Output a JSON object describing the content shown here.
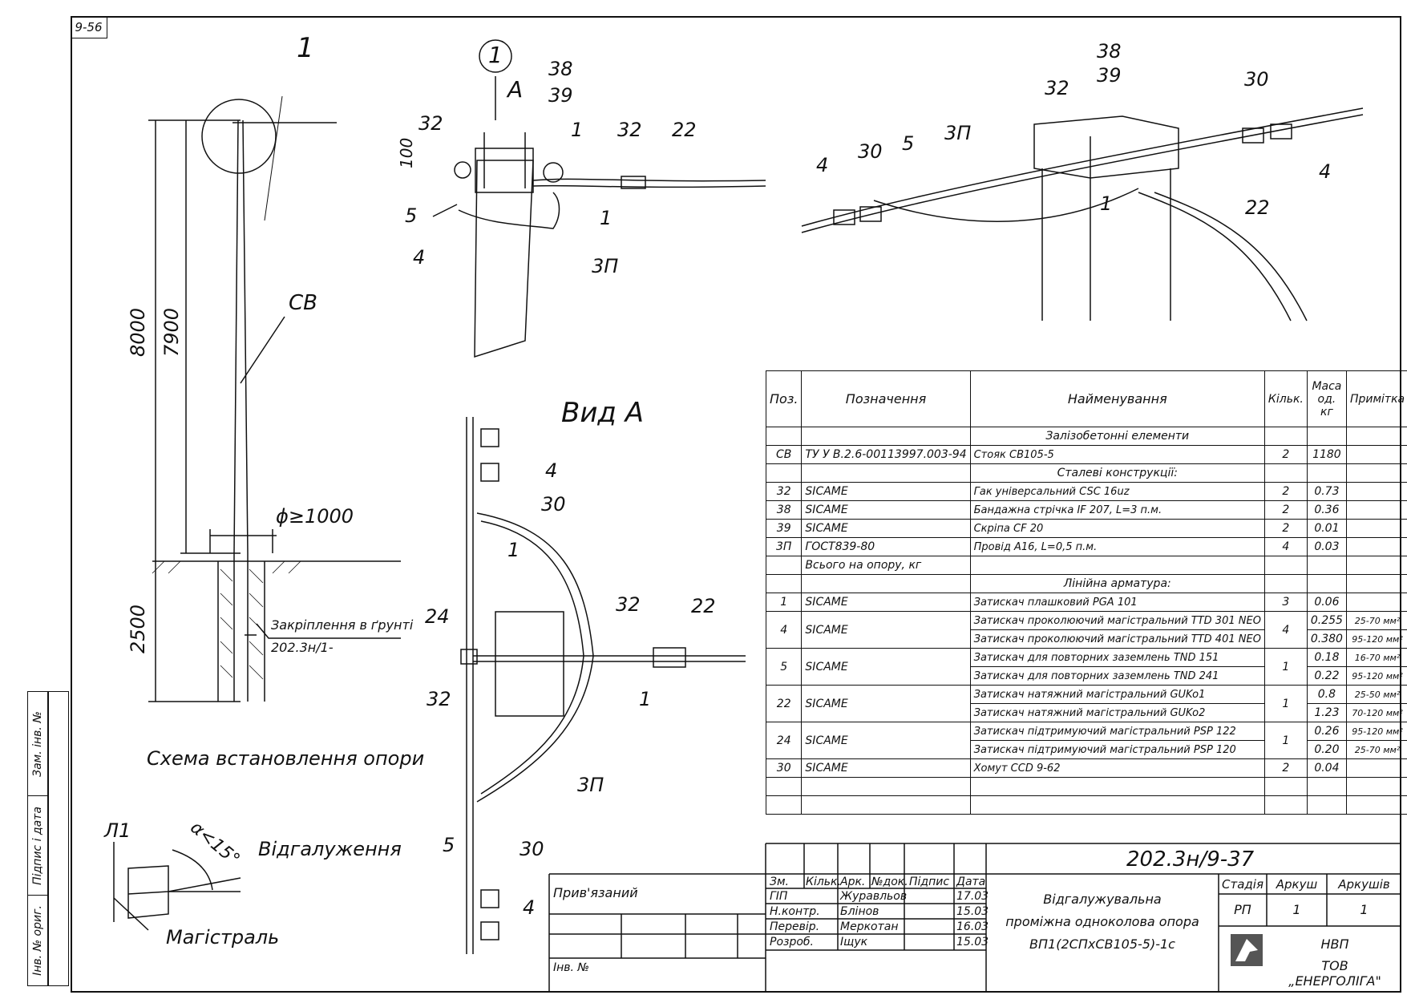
{
  "sheet": {
    "code": "9-56"
  },
  "sidebar": [
    "Інв. № ориг.",
    "Підпис і дата",
    "Зам. інв. №"
  ],
  "install": {
    "callout": "1",
    "pole_label": "СВ",
    "dim_total": "8000",
    "dim_above": "7900",
    "dim_ground": "2500",
    "diameter": "ϕ≥1000",
    "ground_note1": "Закріплення в ґрунті",
    "ground_note2": "202.3н/1-",
    "caption": "Схема встановлення опори"
  },
  "angle": {
    "line": "Л1",
    "alpha": "α<15°",
    "branch": "Відгалуження",
    "main": "Магістраль"
  },
  "detail": {
    "callout": "1",
    "arrow": "А",
    "dim": "100",
    "labels": [
      "32",
      "38",
      "39",
      "1",
      "32",
      "22",
      "5",
      "4",
      "1",
      "3П"
    ]
  },
  "view_a": {
    "title": "Вид А",
    "labels": [
      "4",
      "30",
      "1",
      "32",
      "22",
      "24",
      "32",
      "1",
      "3П",
      "5",
      "30",
      "4"
    ]
  },
  "iso": {
    "labels": [
      "38",
      "39",
      "32",
      "30",
      "3П",
      "5",
      "30",
      "4",
      "1",
      "22",
      "4"
    ]
  },
  "spec": {
    "headers": [
      "Поз.",
      "Позначення",
      "Найменування",
      "Кільк.",
      "Маса од. кг",
      "Примітка"
    ],
    "rows": [
      {
        "section": "Залізобетонні елементи"
      },
      {
        "pos": "СВ",
        "code": "ТУ У В.2.6-00113997.003-94",
        "name": "Стояк СВ105-5",
        "qty": "2",
        "mass": "1180",
        "note": ""
      },
      {
        "section": "Сталеві конструкції:"
      },
      {
        "pos": "32",
        "code": "SICAME",
        "name": "Гак універсальний CSC 16uz",
        "qty": "2",
        "mass": "0.73",
        "note": ""
      },
      {
        "pos": "38",
        "code": "SICAME",
        "name": "Бандажна стрічка IF 207, L=3 п.м.",
        "qty": "2",
        "mass": "0.36",
        "note": ""
      },
      {
        "pos": "39",
        "code": "SICAME",
        "name": "Скріпа CF 20",
        "qty": "2",
        "mass": "0.01",
        "note": ""
      },
      {
        "pos": "3П",
        "code": "ГОСТ839-80",
        "name": "Провід А16, L=0,5 п.м.",
        "qty": "4",
        "mass": "0.03",
        "note": ""
      },
      {
        "pos": "",
        "code": "Всього на опору, кг",
        "name": "",
        "qty": "",
        "mass": "",
        "note": ""
      },
      {
        "section": "Лінійна арматура:"
      },
      {
        "pos": "1",
        "code": "SICAME",
        "name": "Затискач плашковий PGA 101",
        "qty": "3",
        "mass": "0.06",
        "note": ""
      },
      {
        "pos": "4",
        "code": "SICAME",
        "name": "Затискач проколюючий магістральний TTD 301 NEO",
        "qty": "4",
        "mass": "0.255",
        "note": "25-70 мм²",
        "span": 2
      },
      {
        "name": "Затискач проколюючий магістральний TTD 401 NEO",
        "mass": "0.380",
        "note": "95-120 мм²"
      },
      {
        "pos": "5",
        "code": "SICAME",
        "name": "Затискач для повторних заземлень TND 151",
        "qty": "1",
        "mass": "0.18",
        "note": "16-70 мм²",
        "span": 2
      },
      {
        "name": "Затискач для повторних заземлень TND 241",
        "mass": "0.22",
        "note": "95-120 мм²"
      },
      {
        "pos": "22",
        "code": "SICAME",
        "name": "Затискач натяжний магістральний GUKo1",
        "qty": "1",
        "mass": "0.8",
        "note": "25-50 мм²",
        "span": 2
      },
      {
        "name": "Затискач натяжний магістральний GUKo2",
        "mass": "1.23",
        "note": "70-120 мм²"
      },
      {
        "pos": "24",
        "code": "SICAME",
        "name": "Затискач підтримуючий магістральний PSP 122",
        "qty": "1",
        "mass": "0.26",
        "note": "95-120 мм²",
        "span": 2
      },
      {
        "name": "Затискач підтримуючий магістральний PSP 120",
        "mass": "0.20",
        "note": "25-70 мм²"
      },
      {
        "pos": "30",
        "code": "SICAME",
        "name": "Хомут CCD 9-62",
        "qty": "2",
        "mass": "0.04",
        "note": ""
      },
      {
        "blank": true
      },
      {
        "blank": true
      }
    ]
  },
  "titleblock": {
    "attached": "Прив'язаний",
    "inv": "Інв. №",
    "cols": [
      "Зм.",
      "Кільк.",
      "Арк.",
      "№док.",
      "Підпис",
      "Дата"
    ],
    "people": [
      {
        "role": "ГІП",
        "name": "Журавльов",
        "date": "17.03"
      },
      {
        "role": "Н.контр.",
        "name": "Блінов",
        "date": "15.03"
      },
      {
        "role": "Перевір.",
        "name": "Меркотан",
        "date": "16.03"
      },
      {
        "role": "Розроб.",
        "name": "Іщук",
        "date": "15.03"
      }
    ],
    "doc_code": "202.3н/9-37",
    "title1": "Відгалужувальна",
    "title2": "проміжна одноколова опора",
    "title3": "ВП1(2СПхСВ105-5)-1с",
    "stage_h": "Стадія",
    "sheet_h": "Аркуш",
    "sheets_h": "Аркушів",
    "stage": "РП",
    "sheet": "1",
    "sheets": "1",
    "org1": "НВП",
    "org2": "ТОВ „ЕНЕРГОЛІГА\""
  }
}
